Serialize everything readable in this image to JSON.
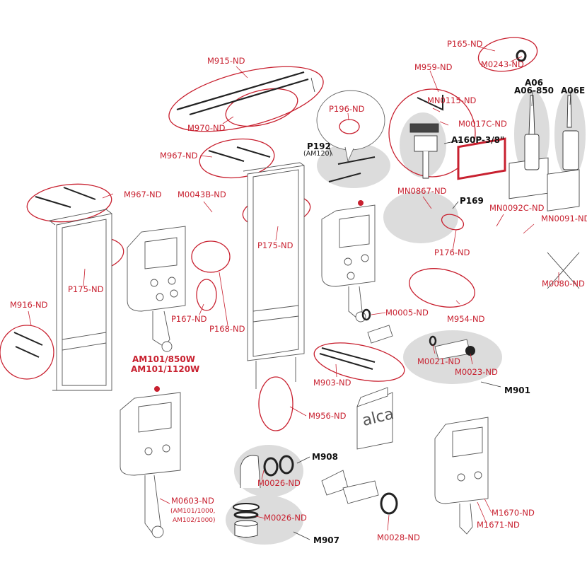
{
  "diagram": {
    "title": "Alcaplast installation system spare parts",
    "accent_color": "#c8202f",
    "brand_text": "alca",
    "labels": {
      "m915": "M915-ND",
      "m970": "M970-ND",
      "p165": "P165-ND",
      "m0243": "M0243-ND",
      "m959": "M959-ND",
      "mn0115": "MN0115-ND",
      "m0017c": "M0017C-ND",
      "a160p": "A160P-3/8\"",
      "a06": "A06",
      "a06_850": "A06-850",
      "a06e": "A06E",
      "p196": "P196-ND",
      "p192": "P192",
      "p192_sub": "(AM120)",
      "m967_top": "M967-ND",
      "m967_left": "M967-ND",
      "m0043b": "M0043B-ND",
      "p175_left": "P175-ND",
      "p175_mid": "P175-ND",
      "m916": "M916-ND",
      "p167": "P167-ND",
      "p168": "P168-ND",
      "mn0867": "MN0867-ND",
      "p169": "P169",
      "p176": "P176-ND",
      "mn0092c": "MN0092C-ND",
      "mn0091": "MN0091-ND",
      "m0080": "M0080-ND",
      "m954": "M954-ND",
      "m0005": "M0005-ND",
      "am101_850": "AM101/850W",
      "am101_1120": "AM101/1120W",
      "m903": "M903-ND",
      "m0021": "M0021-ND",
      "m0023": "M0023-ND",
      "m901": "M901",
      "m956": "M956-ND",
      "m908": "M908",
      "m0026_a": "M0026-ND",
      "m0026_b": "M0026-ND",
      "m907": "M907",
      "m0603": "M0603-ND",
      "m0603_note1": "(AM101/1000,",
      "m0603_note2": "AM102/1000)",
      "m0028": "M0028-ND",
      "m1670": "M1670-ND",
      "m1671": "M1671-ND"
    }
  }
}
